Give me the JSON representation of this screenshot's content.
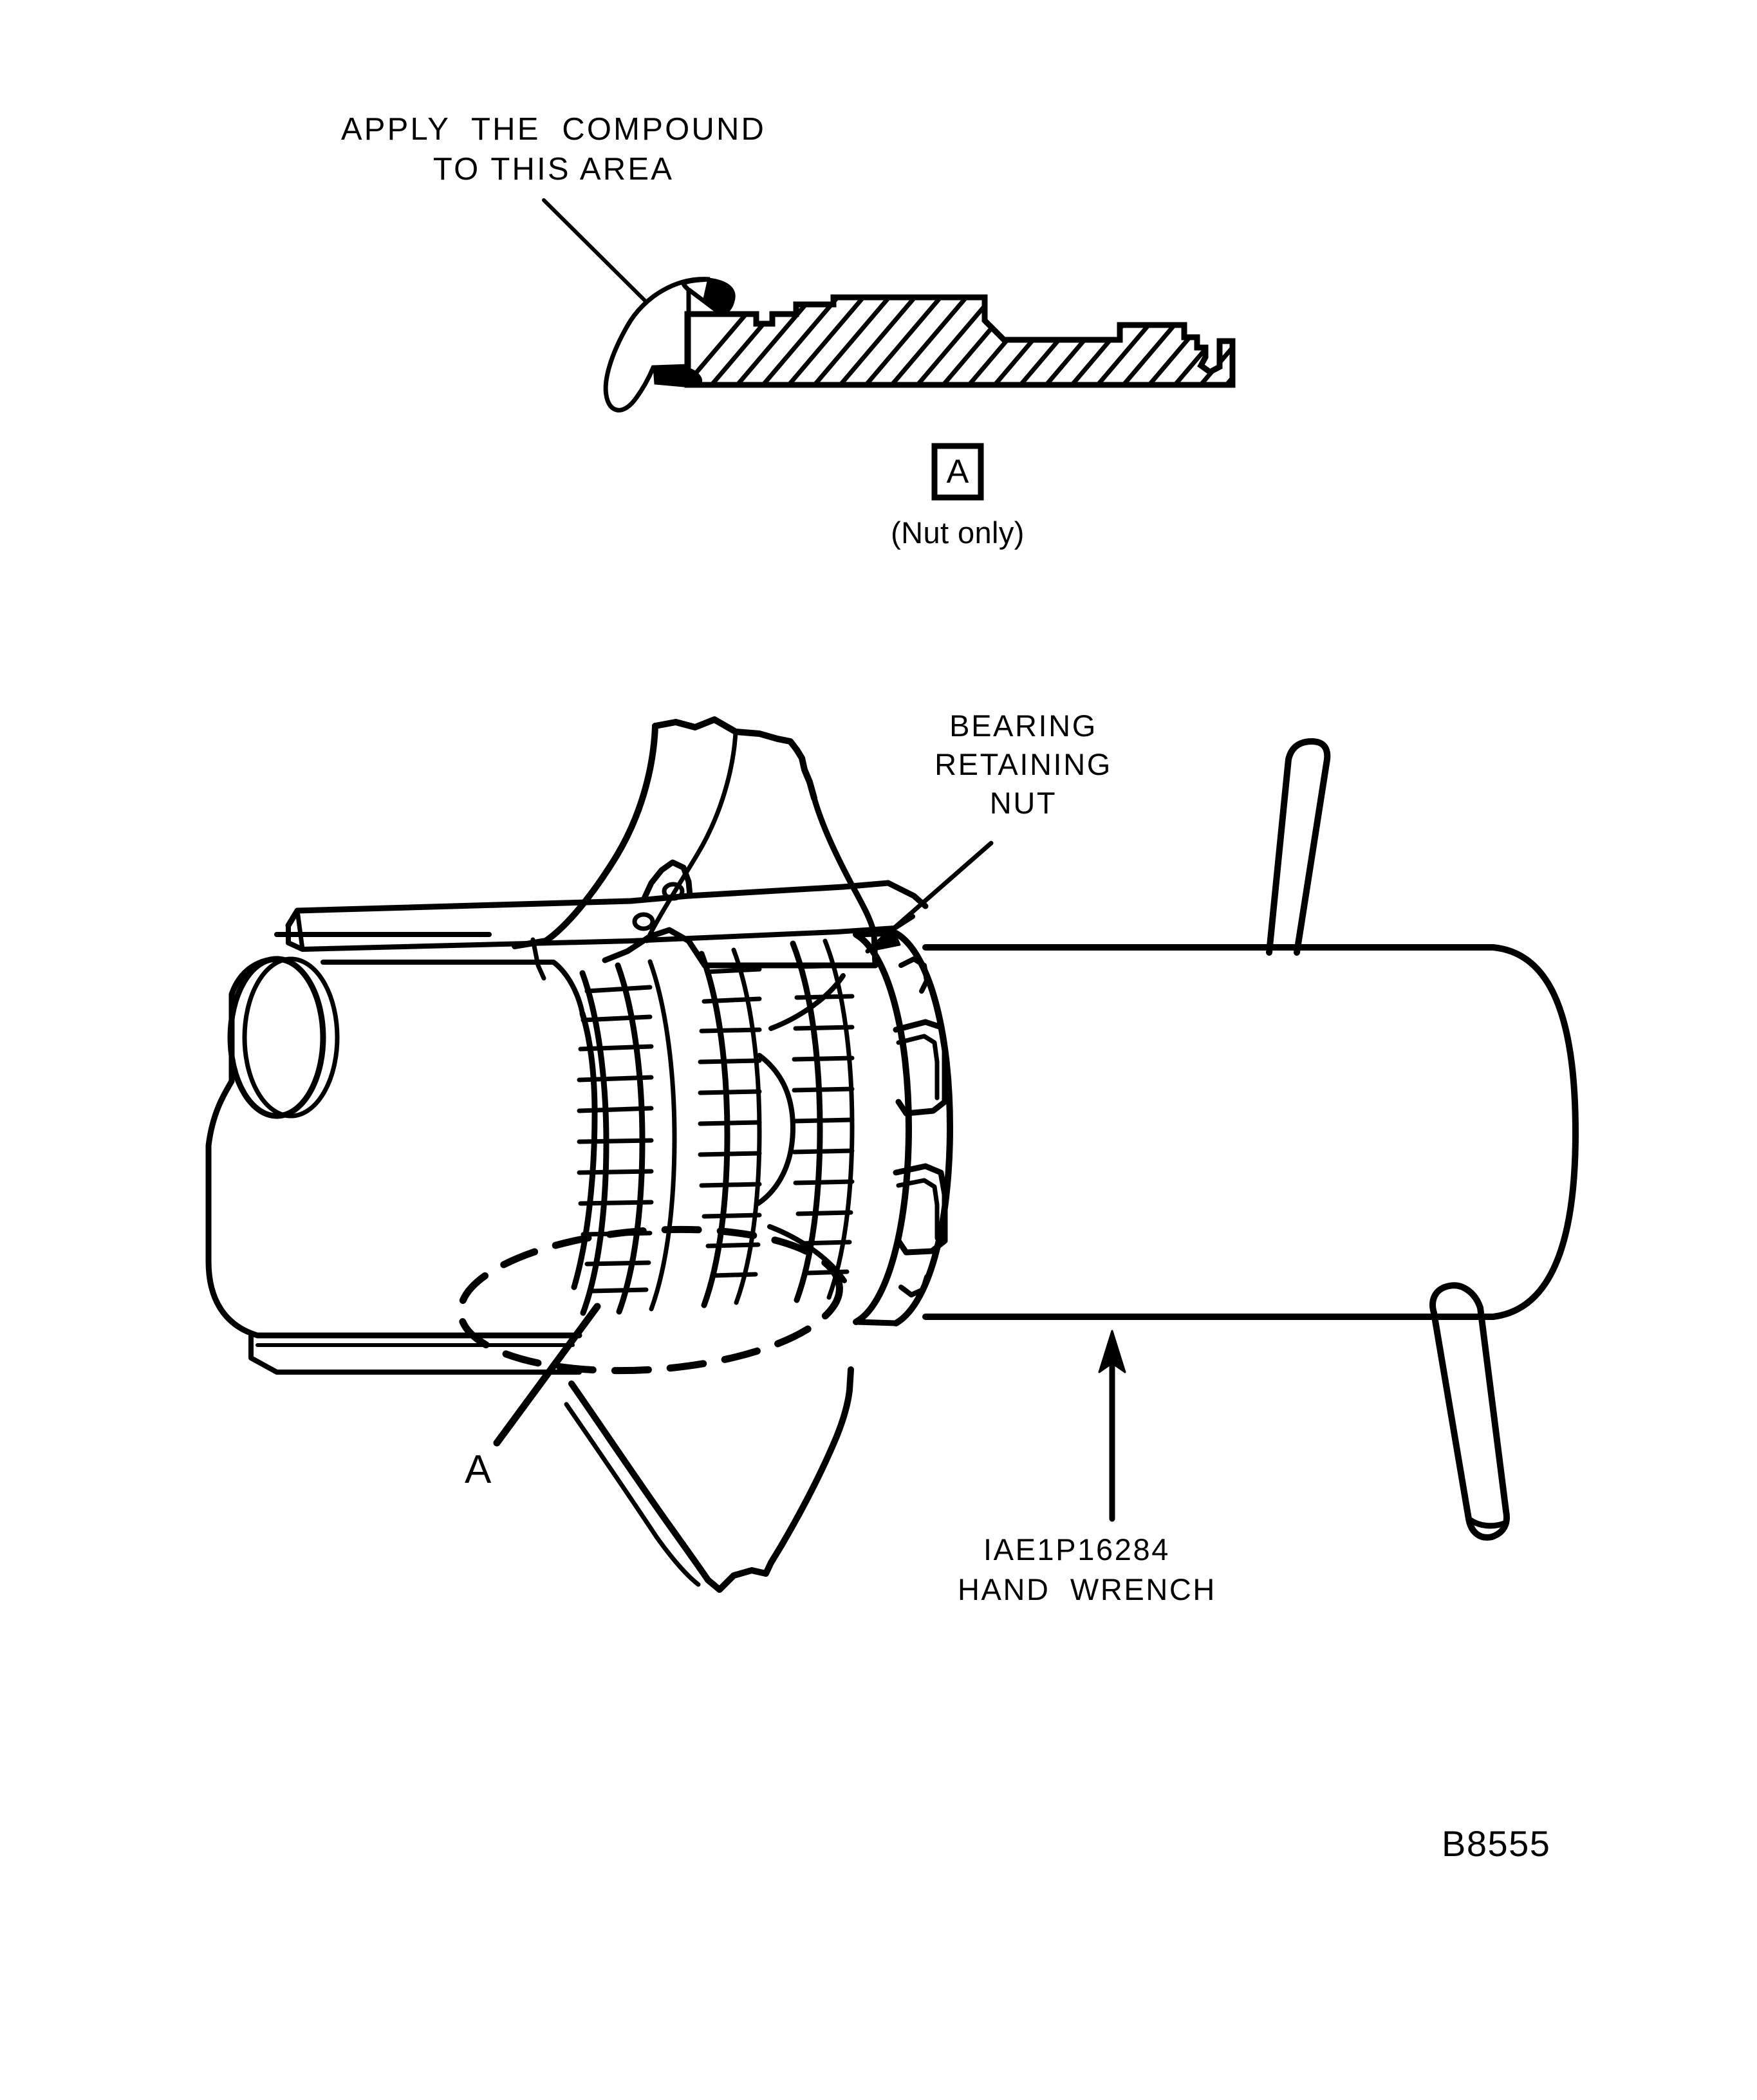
{
  "figure": {
    "id": "B8555",
    "type": "technical-line-drawing",
    "background": "#ffffff",
    "ink": "#000000"
  },
  "detail_view": {
    "callout_label_line1": "APPLY  THE  COMPOUND",
    "callout_label_line2": "TO THIS AREA",
    "section_tag": "A",
    "section_note": "(Nut only)"
  },
  "assembly_view": {
    "nut_label_line1": "BEARING",
    "nut_label_line2": "RETAINING",
    "nut_label_line3": "NUT",
    "section_marker": "A",
    "tool_label_line1": "IAE1P16284",
    "tool_label_line2": "HAND  WRENCH"
  }
}
